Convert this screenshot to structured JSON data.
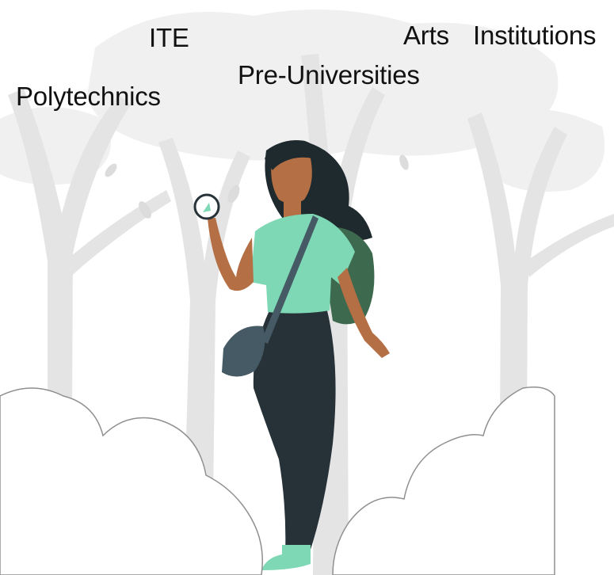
{
  "labels": {
    "ite": "ITE",
    "arts": "Arts",
    "institutions": "Institutions",
    "pre_universities": "Pre-Universities",
    "polytechnics": "Polytechnics"
  },
  "colors": {
    "background": "#ffffff",
    "tree": "#e6e6e6",
    "tree_dark": "#dcdcdc",
    "foliage": "#f0f0f0",
    "cloud_fill": "#ffffff",
    "cloud_stroke": "#8f8f8f",
    "skin": "#b56f45",
    "hair": "#1f2a2e",
    "shirt": "#7fd8b5",
    "pants": "#263238",
    "backpack": "#3d6a4e",
    "bag": "#455a64",
    "shoe": "#7fd8b5",
    "text": "#111111"
  },
  "icons": {
    "compass": "compass-icon"
  }
}
